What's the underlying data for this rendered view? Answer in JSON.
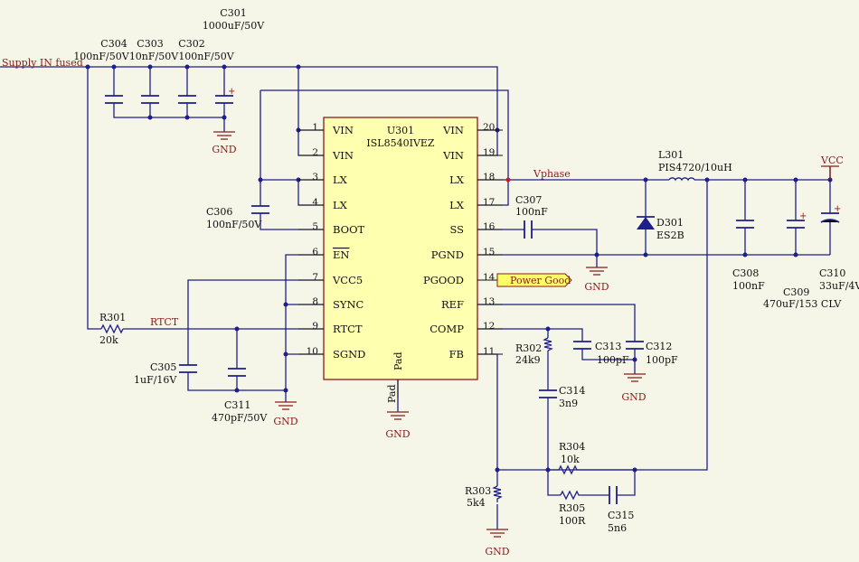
{
  "ic": {
    "ref": "U301",
    "part": "ISL8540IVEZ",
    "left_pins": [
      {
        "num": "1",
        "name": "VIN"
      },
      {
        "num": "2",
        "name": "VIN"
      },
      {
        "num": "3",
        "name": "LX"
      },
      {
        "num": "4",
        "name": "LX"
      },
      {
        "num": "5",
        "name": "BOOT"
      },
      {
        "num": "6",
        "name": "EN"
      },
      {
        "num": "7",
        "name": "VCC5"
      },
      {
        "num": "8",
        "name": "SYNC"
      },
      {
        "num": "9",
        "name": "RTCT"
      },
      {
        "num": "10",
        "name": "SGND"
      }
    ],
    "right_pins": [
      {
        "num": "20",
        "name": "VIN"
      },
      {
        "num": "19",
        "name": "VIN"
      },
      {
        "num": "18",
        "name": "LX"
      },
      {
        "num": "17",
        "name": "LX"
      },
      {
        "num": "16",
        "name": "SS"
      },
      {
        "num": "15",
        "name": "PGND"
      },
      {
        "num": "14",
        "name": "PGOOD"
      },
      {
        "num": "13",
        "name": "REF"
      },
      {
        "num": "12",
        "name": "COMP"
      },
      {
        "num": "11",
        "name": "FB"
      }
    ],
    "pad_inner": "Pad",
    "pad_outer": "Pad"
  },
  "nets": {
    "supply": "Supply IN fused",
    "rtct": "RTCT",
    "vphase": "Vphase",
    "vcc": "VCC",
    "power_good": "Power Good"
  },
  "components": [
    {
      "ref": "C301",
      "value": "1000uF/50V"
    },
    {
      "ref": "C304",
      "value": "100nF/50V"
    },
    {
      "ref": "C303",
      "value": "10nF/50V"
    },
    {
      "ref": "C302",
      "value": "100nF/50V"
    },
    {
      "ref": "C306",
      "value": "100nF/50V"
    },
    {
      "ref": "C307",
      "value": "100nF"
    },
    {
      "ref": "L301",
      "value": "PIS4720/10uH"
    },
    {
      "ref": "D301",
      "value": "ES2B"
    },
    {
      "ref": "C308",
      "value": "100nF"
    },
    {
      "ref": "C309",
      "value": "470uF/153 CLV"
    },
    {
      "ref": "C310",
      "value": "33uF/4V"
    },
    {
      "ref": "R301",
      "value": "20k"
    },
    {
      "ref": "C305",
      "value": "1uF/16V"
    },
    {
      "ref": "C311",
      "value": "470pF/50V"
    },
    {
      "ref": "R302",
      "value": "24k9"
    },
    {
      "ref": "C313",
      "value": "100pF"
    },
    {
      "ref": "C312",
      "value": "100pF"
    },
    {
      "ref": "C314",
      "value": "3n9"
    },
    {
      "ref": "R304",
      "value": "10k"
    },
    {
      "ref": "R303",
      "value": "5k4"
    },
    {
      "ref": "R305",
      "value": "100R"
    },
    {
      "ref": "C315",
      "value": "5n6"
    }
  ],
  "ground_label": "GND",
  "colors": {
    "wire": "#1e1e8c",
    "component_body": "#8c1a1a",
    "ic_fill": "#ffffb0",
    "port_fill": "#ffff66",
    "background": "#f5f5e8"
  }
}
